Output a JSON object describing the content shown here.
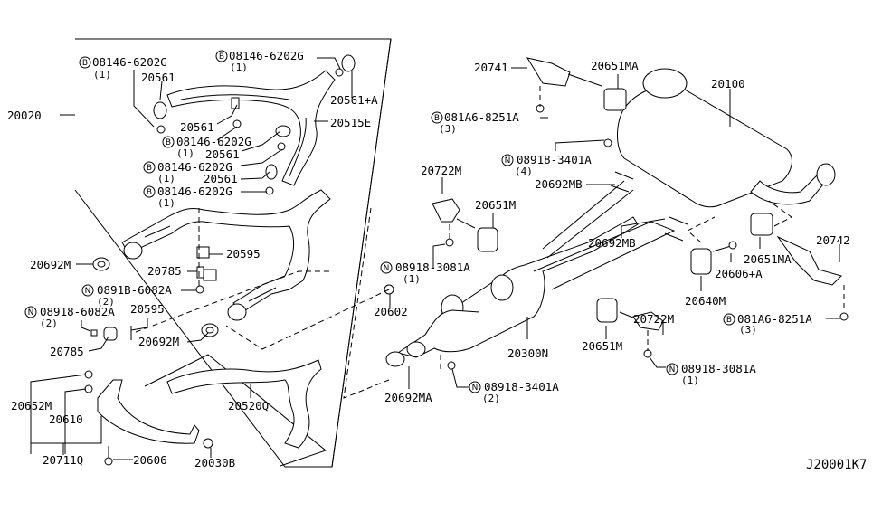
{
  "diagram": {
    "title": "Exhaust Tube & Muffler",
    "code": "J20001K7"
  },
  "callouts": {
    "p20020": "20020",
    "b1": {
      "badge": "B",
      "part": "08146-6202G",
      "qty": "(1)"
    },
    "b2": {
      "badge": "B",
      "part": "08146-6202G",
      "qty": "(1)"
    },
    "b3": {
      "badge": "B",
      "part": "08146-6202G",
      "qty": "(1)"
    },
    "b4": {
      "badge": "B",
      "part": "08146-6202G",
      "qty": "(1)"
    },
    "b5": {
      "badge": "B",
      "part": "08146-6202G",
      "qty": "(1)"
    },
    "p20561a": "20561",
    "p20561b": "20561",
    "p20561c": "20561",
    "p20561d": "20561",
    "p20561plusA": "20561+A",
    "p20515E": "20515E",
    "p20692M_a": "20692M",
    "p20692M_b": "20692M",
    "p20595_a": "20595",
    "p20595_b": "20595",
    "p20785_a": "20785",
    "p20785_b": "20785",
    "n1": {
      "badge": "N",
      "part": "0891B-6082A",
      "qty": "(2)"
    },
    "n2": {
      "badge": "N",
      "part": "08918-6082A",
      "qty": "(2)"
    },
    "p20602": "20602",
    "p20652M": "20652M",
    "p20610": "20610",
    "p20711Q": "20711Q",
    "p20606": "20606",
    "p20520Q": "20520Q",
    "p20030B": "20030B",
    "p20741": "20741",
    "p20651MA_a": "20651MA",
    "p20651MA_b": "20651MA",
    "p20100": "20100",
    "b6": {
      "badge": "B",
      "part": "081A6-8251A",
      "qty": "(3)"
    },
    "b7": {
      "badge": "B",
      "part": "081A6-8251A",
      "qty": "(3)"
    },
    "n3": {
      "badge": "N",
      "part": "08918-3401A",
      "qty": "(4)"
    },
    "n4": {
      "badge": "N",
      "part": "08918-3081A",
      "qty": "(1)"
    },
    "n5": {
      "badge": "N",
      "part": "08918-3401A",
      "qty": "(2)"
    },
    "n6": {
      "badge": "N",
      "part": "08918-3081A",
      "qty": "(1)"
    },
    "p20722M_a": "20722M",
    "p20722M_b": "20722M",
    "p20651M_a": "20651M",
    "p20651M_b": "20651M",
    "p20692MB_a": "20692MB",
    "p20692MB_b": "20692MB",
    "p20742": "20742",
    "p20606plusA": "20606+A",
    "p20640M": "20640M",
    "p20300N": "20300N",
    "p20692MA": "20692MA"
  }
}
